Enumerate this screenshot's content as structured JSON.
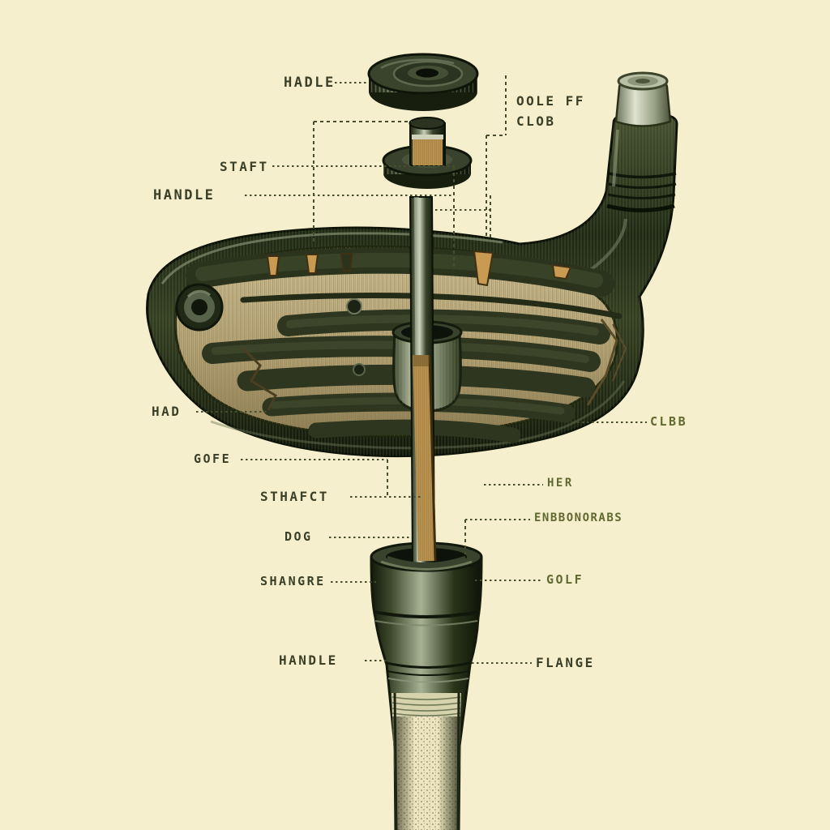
{
  "palette": {
    "bg": "#f6efcd",
    "ink": "#3a3f28",
    "olive": "#5f6930",
    "leader": "#474e2e",
    "metal-dark": "#1f2813",
    "metal-mid": "#49543a",
    "metal-light": "#9aa68c",
    "plate-tan": "#c3b283",
    "wood": "#b6914f"
  },
  "labels": {
    "hadle": "HADLE",
    "golf_club_line1": "OOLE FF",
    "golf_club_line2": "CLOB",
    "staft": "STAFT",
    "handle_upper": "HANDLE",
    "had": "HAD",
    "clbb": "CLBB",
    "gofe": "GOFE",
    "her": "HER",
    "sthafct": "STHAFCT",
    "enbbonorabs": "ENBBONORABS",
    "dog": "DOG",
    "shangre": "SHANGRE",
    "golf": "GOLF",
    "handle_lower": "HANDLE",
    "flange": "FLANGE"
  }
}
